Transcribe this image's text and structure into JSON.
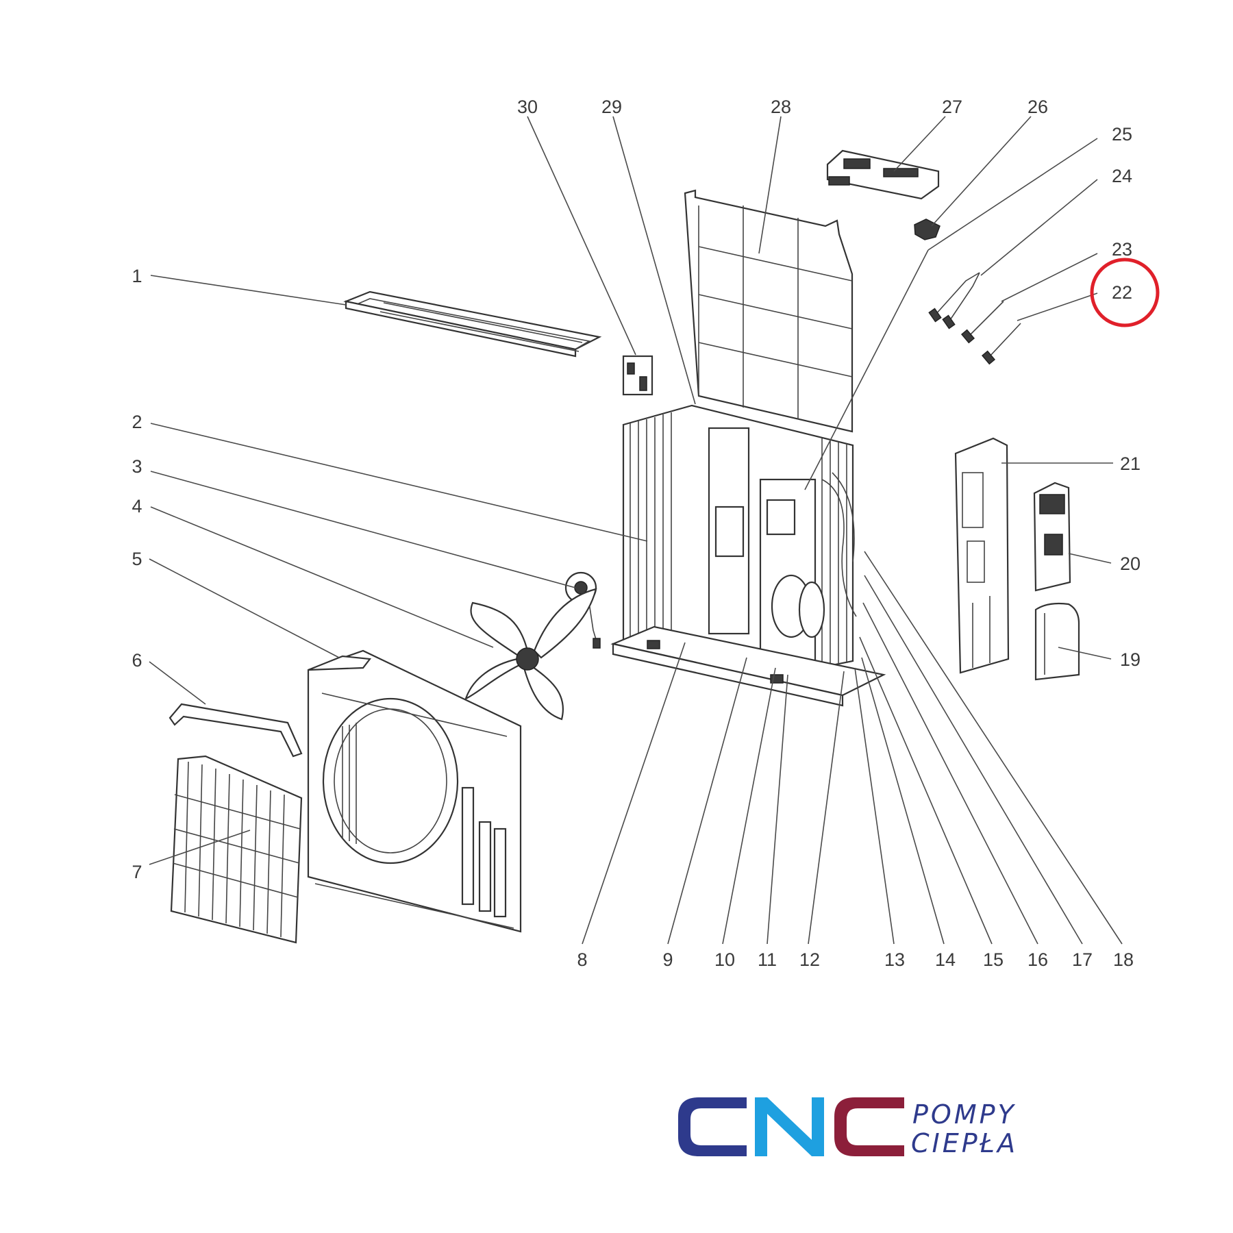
{
  "diagram": {
    "callouts": [
      {
        "id": "1",
        "text": "1"
      },
      {
        "id": "2",
        "text": "2"
      },
      {
        "id": "3",
        "text": "3"
      },
      {
        "id": "4",
        "text": "4"
      },
      {
        "id": "5",
        "text": "5"
      },
      {
        "id": "6",
        "text": "6"
      },
      {
        "id": "7",
        "text": "7"
      },
      {
        "id": "8",
        "text": "8"
      },
      {
        "id": "9",
        "text": "9"
      },
      {
        "id": "10",
        "text": "10"
      },
      {
        "id": "11",
        "text": "11"
      },
      {
        "id": "12",
        "text": "12"
      },
      {
        "id": "13",
        "text": "13"
      },
      {
        "id": "14",
        "text": "14"
      },
      {
        "id": "15",
        "text": "15"
      },
      {
        "id": "16",
        "text": "16"
      },
      {
        "id": "17",
        "text": "17"
      },
      {
        "id": "18",
        "text": "18"
      },
      {
        "id": "19",
        "text": "19"
      },
      {
        "id": "20",
        "text": "20"
      },
      {
        "id": "21",
        "text": "21"
      },
      {
        "id": "22",
        "text": "22"
      },
      {
        "id": "23",
        "text": "23"
      },
      {
        "id": "24",
        "text": "24"
      },
      {
        "id": "25",
        "text": "25"
      },
      {
        "id": "26",
        "text": "26"
      },
      {
        "id": "27",
        "text": "27"
      },
      {
        "id": "28",
        "text": "28"
      },
      {
        "id": "29",
        "text": "29"
      },
      {
        "id": "30",
        "text": "30"
      }
    ],
    "highlighted_callout": "22",
    "highlight_color": "#e0202a"
  },
  "logo": {
    "mark": "CNC",
    "line1": "POMPY",
    "line2": "CIEPŁA",
    "colors": {
      "c1": "#2e3a8c",
      "n": "#1ea0e0",
      "c2": "#8c1f3a",
      "text": "#2e3a8c"
    }
  }
}
